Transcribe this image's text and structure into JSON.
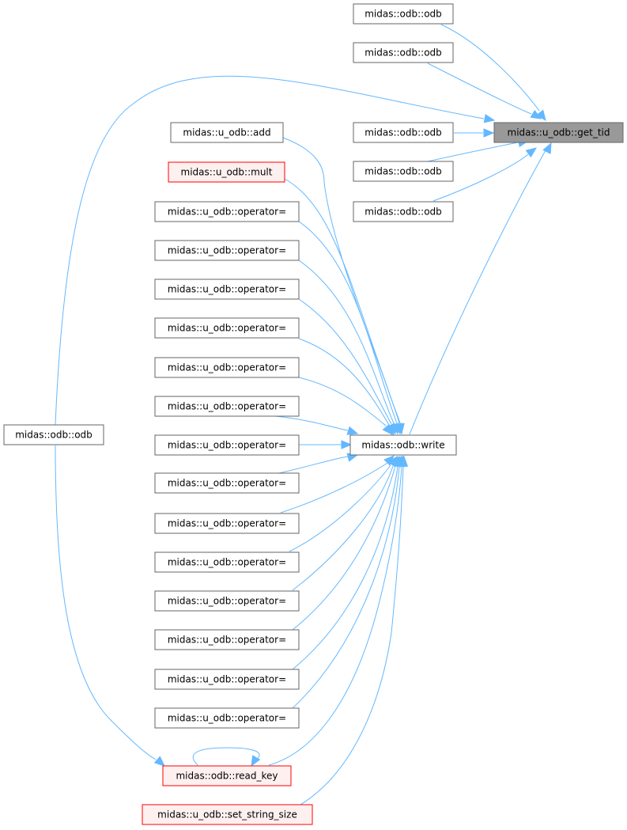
{
  "colors": {
    "edge": "#63b8ff",
    "node_border": "#666666",
    "node_fill": "#ffffff",
    "focus_fill": "#999999",
    "focus_border": "#666666",
    "incomplete_border": "#ff0000",
    "incomplete_fill": "#fff0f0",
    "text": "#000000"
  },
  "nodes": [
    {
      "id": "get_tid",
      "label": "midas::u_odb::get_tid",
      "style": "focus"
    },
    {
      "id": "odb_a",
      "label": "midas::odb::odb",
      "style": "normal"
    },
    {
      "id": "odb_b",
      "label": "midas::odb::odb",
      "style": "normal"
    },
    {
      "id": "odb_c",
      "label": "midas::odb::odb",
      "style": "normal"
    },
    {
      "id": "odb_d",
      "label": "midas::odb::odb",
      "style": "normal"
    },
    {
      "id": "odb_e",
      "label": "midas::odb::odb",
      "style": "normal"
    },
    {
      "id": "write",
      "label": "midas::odb::write",
      "style": "normal"
    },
    {
      "id": "odb_left",
      "label": "midas::odb::odb",
      "style": "normal"
    },
    {
      "id": "add",
      "label": "midas::u_odb::add",
      "style": "normal"
    },
    {
      "id": "mult",
      "label": "midas::u_odb::mult",
      "style": "incomplete"
    },
    {
      "id": "op1",
      "label": "midas::u_odb::operator=",
      "style": "normal"
    },
    {
      "id": "op2",
      "label": "midas::u_odb::operator=",
      "style": "normal"
    },
    {
      "id": "op3",
      "label": "midas::u_odb::operator=",
      "style": "normal"
    },
    {
      "id": "op4",
      "label": "midas::u_odb::operator=",
      "style": "normal"
    },
    {
      "id": "op5",
      "label": "midas::u_odb::operator=",
      "style": "normal"
    },
    {
      "id": "op6",
      "label": "midas::u_odb::operator=",
      "style": "normal"
    },
    {
      "id": "op7",
      "label": "midas::u_odb::operator=",
      "style": "normal"
    },
    {
      "id": "op8",
      "label": "midas::u_odb::operator=",
      "style": "normal"
    },
    {
      "id": "op9",
      "label": "midas::u_odb::operator=",
      "style": "normal"
    },
    {
      "id": "op10",
      "label": "midas::u_odb::operator=",
      "style": "normal"
    },
    {
      "id": "op11",
      "label": "midas::u_odb::operator=",
      "style": "normal"
    },
    {
      "id": "op12",
      "label": "midas::u_odb::operator=",
      "style": "normal"
    },
    {
      "id": "op13",
      "label": "midas::u_odb::operator=",
      "style": "normal"
    },
    {
      "id": "op14",
      "label": "midas::u_odb::operator=",
      "style": "normal"
    },
    {
      "id": "read_key",
      "label": "midas::odb::read_key",
      "style": "incomplete"
    },
    {
      "id": "set_string_size",
      "label": "midas::u_odb::set_string_size",
      "style": "incomplete"
    }
  ],
  "edges": [
    {
      "from": "odb_a",
      "to": "get_tid"
    },
    {
      "from": "odb_b",
      "to": "get_tid"
    },
    {
      "from": "odb_c",
      "to": "get_tid"
    },
    {
      "from": "odb_d",
      "to": "get_tid"
    },
    {
      "from": "odb_e",
      "to": "get_tid"
    },
    {
      "from": "odb_left",
      "to": "get_tid"
    },
    {
      "from": "write",
      "to": "get_tid"
    },
    {
      "from": "add",
      "to": "write"
    },
    {
      "from": "mult",
      "to": "write"
    },
    {
      "from": "op1",
      "to": "write"
    },
    {
      "from": "op2",
      "to": "write"
    },
    {
      "from": "op3",
      "to": "write"
    },
    {
      "from": "op4",
      "to": "write"
    },
    {
      "from": "op5",
      "to": "write"
    },
    {
      "from": "op6",
      "to": "write"
    },
    {
      "from": "op7",
      "to": "write"
    },
    {
      "from": "op8",
      "to": "write"
    },
    {
      "from": "op9",
      "to": "write"
    },
    {
      "from": "op10",
      "to": "write"
    },
    {
      "from": "op11",
      "to": "write"
    },
    {
      "from": "op12",
      "to": "write"
    },
    {
      "from": "op13",
      "to": "write"
    },
    {
      "from": "op14",
      "to": "write"
    },
    {
      "from": "read_key",
      "to": "write"
    },
    {
      "from": "set_string_size",
      "to": "write"
    },
    {
      "from": "odb_left",
      "to": "read_key"
    },
    {
      "from": "read_key",
      "to": "read_key"
    }
  ]
}
